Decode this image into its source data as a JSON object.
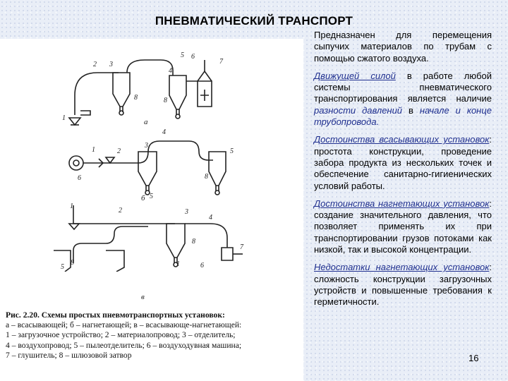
{
  "title": "ПНЕВМАТИЧЕСКИЙ ТРАНСПОРТ",
  "caption": {
    "title": "Рис. 2.20. Схемы простых пневмотранспортных установок:",
    "line1": "а – всасывающей; б – нагнетающей; в – всасывающе-нагнетающей:",
    "line2": "1 – загрузочное устройство; 2 – материалопровод; 3 – отделитель;",
    "line3": "4 – воздухопровод; 5 – пылеотделитель; 6 – воздуходувная машина;",
    "line4": "7 – глушитель; 8 – шлюзовой затвор"
  },
  "figure_labels": {
    "a": "а",
    "b": "б",
    "c": "в"
  },
  "paragraphs": {
    "p1": "Предназначен для перемещения сыпучих материалов по трубам с помощью сжатого воздуха.",
    "p2_a": "Движущей силой",
    "p2_b": " в работе любой системы пневматического транспортирования является наличие ",
    "p2_c": "разности давлений",
    "p2_d": " в ",
    "p2_e": "начале и конце трубопровода.",
    "p3_a": "Достоинства всасывающих установок",
    "p3_b": ": простота конструкции, проведение забора продукта из нескольких точек и обеспечение санитарно-гигиенических условий работы.",
    "p4_a": "Достоинства нагнетающих установок",
    "p4_b": ": создание значительного давления, что позволяет применять их при транспортировании грузов потоками как низкой, так и высокой концентрации.",
    "p5_a": "Недостатки нагнетающих установок",
    "p5_b": ": сложность конструкции загрузочных устройств и повышенные требования к герметичности."
  },
  "page_number": "16"
}
